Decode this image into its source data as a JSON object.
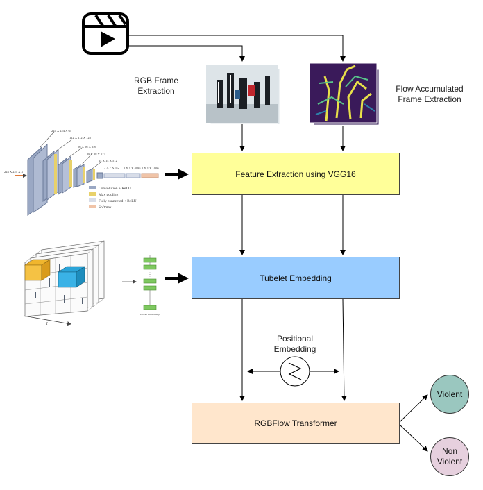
{
  "labels": {
    "rgb_extraction": "RGB Frame Extraction",
    "flow_extraction": "Flow Accumulated Frame Extraction",
    "positional_embedding": "Positional Embedding"
  },
  "boxes": {
    "feature_extraction": "Feature Extraction using VGG16",
    "tubelet_embedding": "Tubelet Embedding",
    "transformer": "RGBFlow Transformer"
  },
  "outputs": {
    "violent": "Violent",
    "non_violent": "Non Violent"
  },
  "vgg_legend": [
    "Convolution + ReLU",
    "Max pooling",
    "Fully connected + ReLU",
    "Softmax"
  ],
  "vgg_dims": [
    "224 X 224 X 3",
    "224 X 224 X 64",
    "112 X 112 X 128",
    "56 X 56 X 256",
    "28 X 28 X 512",
    "14 X 14 X 512",
    "7 X 7 X 512",
    "1 X 1 X 4096",
    "1 X 1 X 1000"
  ],
  "tubelet_caption": "Tubelet Embeddings",
  "time_axis": "T",
  "colors": {
    "feature_box": "#ffff99",
    "tubelet_box": "#99ccff",
    "transformer_box": "#ffe6cc",
    "violent": "#9ac7bf",
    "non_violent": "#e6d0de"
  }
}
